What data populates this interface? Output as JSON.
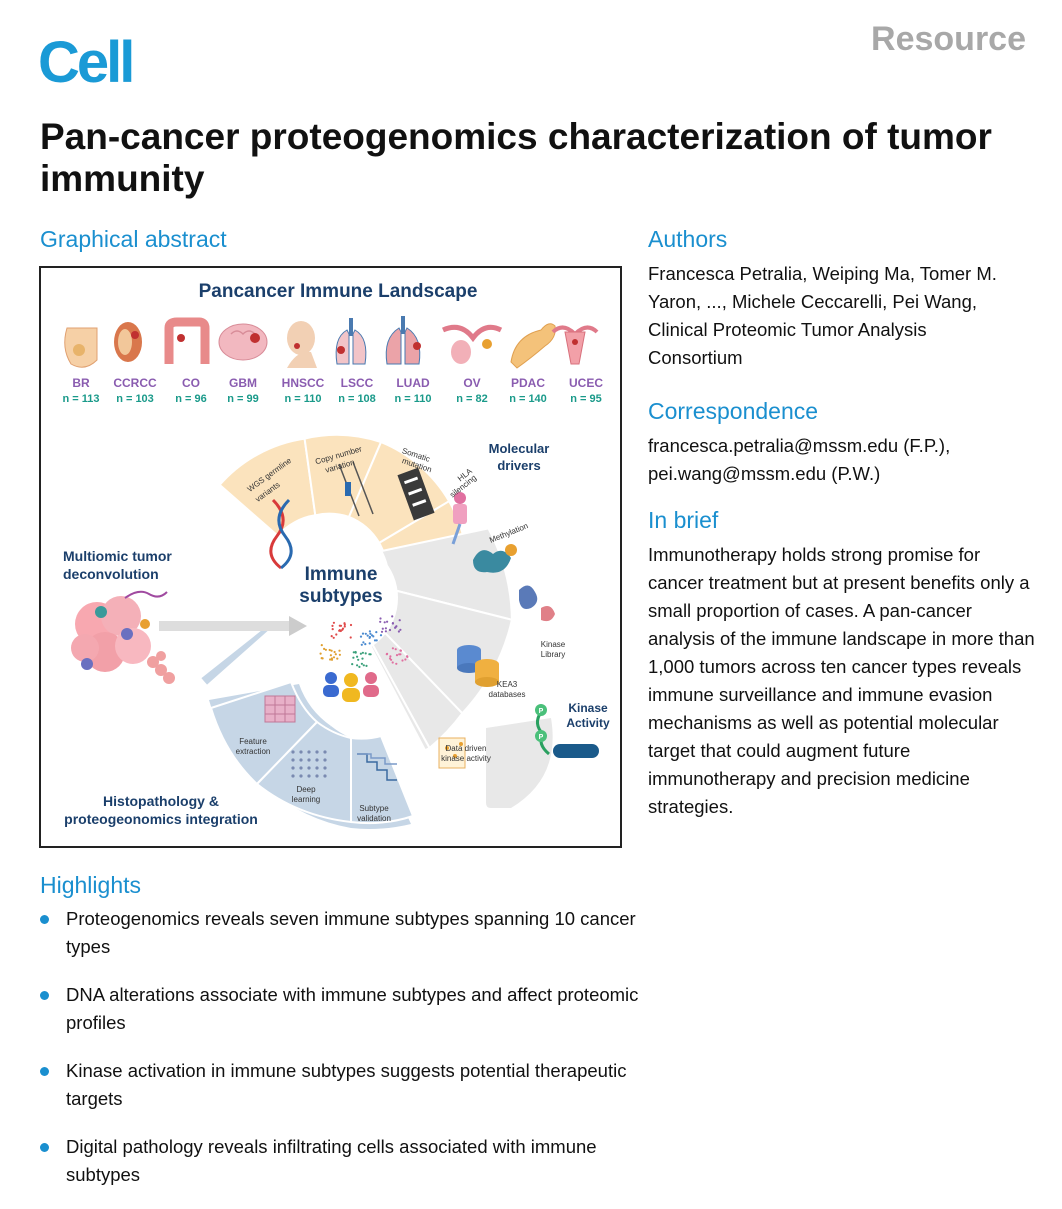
{
  "journal": "Cell",
  "article_type": "Resource",
  "title": "Pan-cancer proteogenomics characterization of tumor immunity",
  "sections": {
    "graphical_abstract": "Graphical abstract",
    "highlights": "Highlights",
    "authors": "Authors",
    "correspondence": "Correspondence",
    "in_brief": "In brief"
  },
  "authors": "Francesca Petralia, Weiping Ma, Tomer M. Yaron, ..., Michele Ceccarelli, Pei Wang, Clinical Proteomic Tumor Analysis Consortium",
  "correspondence": [
    "francesca.petralia@mssm.edu (F.P.),",
    "pei.wang@mssm.edu (P.W.)"
  ],
  "in_brief": "Immunotherapy holds strong promise for cancer treatment but at present benefits only a small proportion of cases. A pan-cancer analysis of the immune landscape in more than 1,000 tumors across ten cancer types reveals immune surveillance and immune evasion mechanisms as well as potential molecular target that could augment future immunotherapy and precision medicine strategies.",
  "highlights": [
    "Proteogenomics reveals seven immune subtypes spanning 10 cancer types",
    "DNA alterations associate with immune subtypes and affect proteomic profiles",
    "Kinase activation in immune subtypes suggests potential therapeutic targets",
    "Digital pathology reveals infiltrating cells associated with immune subtypes"
  ],
  "abstract_figure": {
    "title": "Pancancer Immune Landscape",
    "cohorts": [
      {
        "code": "BR",
        "n": "n = 113"
      },
      {
        "code": "CCRCC",
        "n": "n = 103"
      },
      {
        "code": "CO",
        "n": "n = 96"
      },
      {
        "code": "GBM",
        "n": "n = 99"
      },
      {
        "code": "HNSCC",
        "n": "n = 110"
      },
      {
        "code": "LSCC",
        "n": "n = 108"
      },
      {
        "code": "LUAD",
        "n": "n = 110"
      },
      {
        "code": "OV",
        "n": "n = 82"
      },
      {
        "code": "PDAC",
        "n": "n = 140"
      },
      {
        "code": "UCEC",
        "n": "n = 95"
      }
    ],
    "center_label": [
      "Immune",
      "subtypes"
    ],
    "molecular_drivers": [
      "Molecular",
      "drivers"
    ],
    "driver_segments": [
      "WGS germline",
      "variants",
      "Copy number",
      "variation",
      "Somatic",
      "mutation",
      "HLA",
      "silencing",
      "Methylation"
    ],
    "multiomic": [
      "Multiomic tumor",
      "deconvolution"
    ],
    "kinase_segments": [
      "Kinase",
      "Library",
      "KEA3",
      "databases",
      "Data driven",
      "kinase activity"
    ],
    "kinase_activity": [
      "Kinase",
      "Activity"
    ],
    "histo_segments": [
      "Feature",
      "extraction",
      "Deep",
      "learning",
      "Subtype",
      "validation"
    ],
    "histo_label": [
      "Histopathology &",
      "proteogeonomics integration"
    ],
    "colors": {
      "title_blue": "#1b3f6b",
      "cohort_purple": "#8a5cb0",
      "cohort_teal": "#1a9a8a",
      "driver_fill": "#fbe3bd",
      "kinase_fill": "#e8e8e8",
      "histo_fill": "#c6d6e6"
    }
  }
}
